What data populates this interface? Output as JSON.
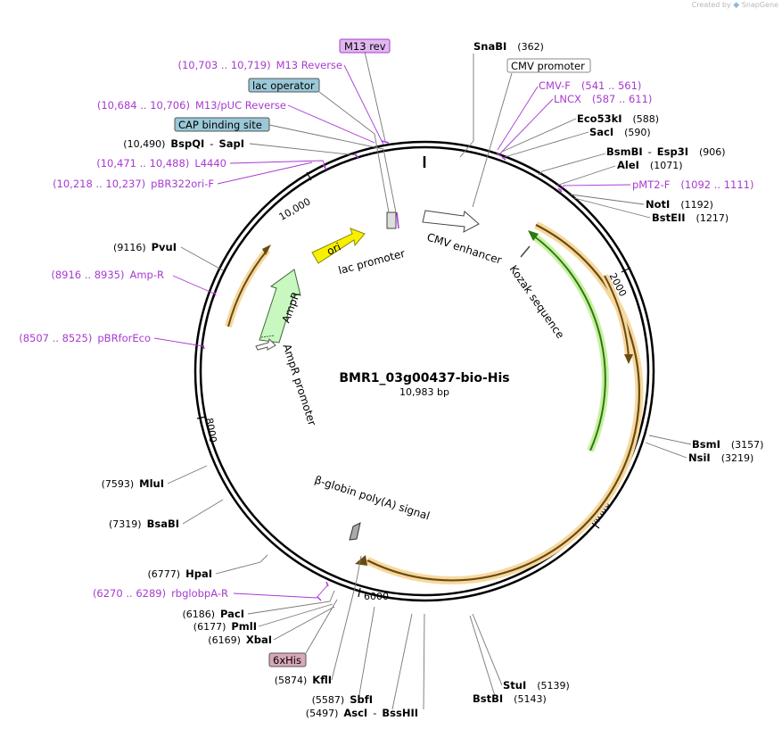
{
  "credit": {
    "created_by": "Created by",
    "app": "SnapGene"
  },
  "plasmid": {
    "name": "BMR1_03g00437-bio-His",
    "length_label": "10,983 bp"
  },
  "ticks": [
    "2000",
    "4000",
    "6000",
    "8000",
    "10,000"
  ],
  "boxed_labels": [
    {
      "id": "m13rev",
      "text": "M13 rev",
      "style": "primer"
    },
    {
      "id": "cmvprom",
      "text": "CMV promoter",
      "style": "white"
    },
    {
      "id": "lacop",
      "text": "lac operator",
      "style": "blue"
    },
    {
      "id": "cap",
      "text": "CAP binding site",
      "style": "blue"
    },
    {
      "id": "his",
      "text": "6xHis",
      "style": "pink"
    }
  ],
  "left_labels": [
    {
      "id": "m13r",
      "range": "(10,703 .. 10,719)",
      "name": "M13 Reverse",
      "kind": "primer"
    },
    {
      "id": "m13puc",
      "range": "(10,684 .. 10,706)",
      "name": "M13/pUC Reverse",
      "kind": "primer"
    },
    {
      "id": "bspqi",
      "range": "(10,490)",
      "name": "BspQI",
      "name2": "SapI",
      "kind": "enzyme"
    },
    {
      "id": "l4440",
      "range": "(10,471 .. 10,488)",
      "name": "L4440",
      "kind": "primer"
    },
    {
      "id": "pbr322",
      "range": "(10,218 .. 10,237)",
      "name": "pBR322ori-F",
      "kind": "primer"
    },
    {
      "id": "pvui",
      "range": "(9116)",
      "name": "PvuI",
      "kind": "enzyme"
    },
    {
      "id": "ampr",
      "range": "(8916 .. 8935)",
      "name": "Amp-R",
      "kind": "primer"
    },
    {
      "id": "pbrfor",
      "range": "(8507 .. 8525)",
      "name": "pBRforEco",
      "kind": "primer"
    },
    {
      "id": "mlui",
      "range": "(7593)",
      "name": "MluI",
      "kind": "enzyme"
    },
    {
      "id": "bsabi",
      "range": "(7319)",
      "name": "BsaBI",
      "kind": "enzyme"
    },
    {
      "id": "hpai",
      "range": "(6777)",
      "name": "HpaI",
      "kind": "enzyme"
    },
    {
      "id": "rglob",
      "range": "(6270 .. 6289)",
      "name": "rbglobpA-R",
      "kind": "primer"
    },
    {
      "id": "paci",
      "range": "(6186)",
      "name": "PacI",
      "kind": "enzyme"
    },
    {
      "id": "pmli",
      "range": "(6177)",
      "name": "PmlI",
      "kind": "enzyme"
    },
    {
      "id": "xbai",
      "range": "(6169)",
      "name": "XbaI",
      "kind": "enzyme"
    },
    {
      "id": "kfli",
      "range": "(5874)",
      "name": "KflI",
      "kind": "enzyme"
    },
    {
      "id": "sbfi",
      "range": "(5587)",
      "name": "SbfI",
      "kind": "enzyme"
    },
    {
      "id": "asci",
      "range": "(5497)",
      "name": "AscI",
      "name2": "BssHII",
      "kind": "enzyme"
    }
  ],
  "right_labels": [
    {
      "id": "snabi",
      "name": "SnaBI",
      "pos": "(362)",
      "kind": "enzyme"
    },
    {
      "id": "cmvf",
      "name": "CMV-F",
      "pos": "(541 .. 561)",
      "kind": "primer"
    },
    {
      "id": "lncx",
      "name": "LNCX",
      "pos": "(587 .. 611)",
      "kind": "primer"
    },
    {
      "id": "eco53",
      "name": "Eco53kI",
      "pos": "(588)",
      "kind": "enzyme"
    },
    {
      "id": "saci",
      "name": "SacI",
      "pos": "(590)",
      "kind": "enzyme"
    },
    {
      "id": "bsmbi",
      "name": "BsmBI",
      "name2": "Esp3I",
      "pos": "(906)",
      "kind": "enzyme"
    },
    {
      "id": "alei",
      "name": "AleI",
      "pos": "(1071)",
      "kind": "enzyme"
    },
    {
      "id": "pmt2",
      "name": "pMT2-F",
      "pos": "(1092 .. 1111)",
      "kind": "primer"
    },
    {
      "id": "noti",
      "name": "NotI",
      "pos": "(1192)",
      "kind": "enzyme"
    },
    {
      "id": "bsteii",
      "name": "BstEII",
      "pos": "(1217)",
      "kind": "enzyme"
    },
    {
      "id": "bsmi",
      "name": "BsmI",
      "pos": "(3157)",
      "kind": "enzyme"
    },
    {
      "id": "nsii",
      "name": "NsiI",
      "pos": "(3219)",
      "kind": "enzyme"
    },
    {
      "id": "stui",
      "name": "StuI",
      "pos": "(5139)",
      "kind": "enzyme"
    },
    {
      "id": "bstbi",
      "name": "BstBI",
      "pos": "(5143)",
      "kind": "enzyme"
    }
  ],
  "features": {
    "ori": "ori",
    "lac_promoter": "lac promoter",
    "cmv_enhancer": "CMV enhancer",
    "kozak": "Kozak sequence",
    "ampr": "AmpR",
    "ampr_promoter": "AmpR promoter",
    "globin": "β-globin poly(A) signal"
  },
  "colors": {
    "primer": "#a83ad0",
    "orf_orange": "#e8a020",
    "orf_green": "#3a9a20",
    "ori_yellow": "#f8f000",
    "ampr_green": "#c8f8c0",
    "blue_box": "#9ac8d8",
    "pink_box": "#d8a8b8",
    "primer_box": "#e0b8f0"
  }
}
